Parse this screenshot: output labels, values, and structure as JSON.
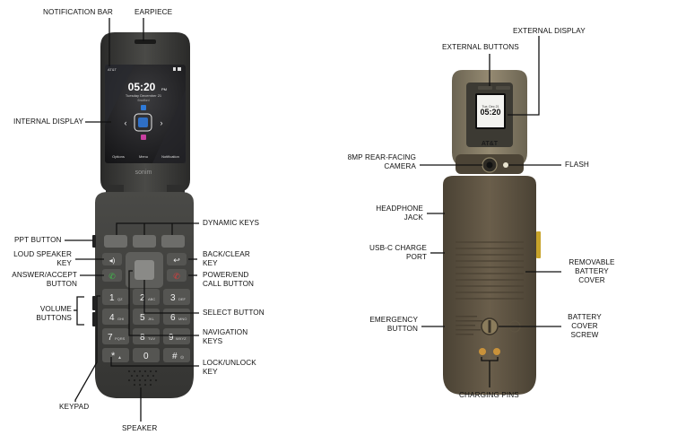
{
  "front_labels": {
    "notification_bar": "NOTIFICATION BAR",
    "earpiece": "EARPIECE",
    "internal_display": "INTERNAL DISPLAY",
    "dynamic_keys": "DYNAMIC KEYS",
    "ppt_button": "PPT BUTTON",
    "back_clear_key_1": "BACK/CLEAR",
    "back_clear_key_2": "KEY",
    "loud_speaker_key_1": "LOUD SPEAKER",
    "loud_speaker_key_2": "KEY",
    "answer_accept_1": "ANSWER/ACCEPT",
    "answer_accept_2": "BUTTON",
    "power_end_1": "POWER/END",
    "power_end_2": "CALL BUTTON",
    "volume_buttons_1": "VOLUME",
    "volume_buttons_2": "BUTTONS",
    "select_button": "SELECT BUTTON",
    "navigation_keys_1": "NAVIGATION",
    "navigation_keys_2": "KEYS",
    "lock_unlock_1": "LOCK/UNLOCK",
    "lock_unlock_2": "KEY",
    "keypad": "KEYPAD",
    "speaker": "SPEAKER"
  },
  "back_labels": {
    "external_display": "EXTERNAL DISPLAY",
    "external_buttons": "EXTERNAL BUTTONS",
    "camera_1": "8MP REAR-FACING",
    "camera_2": "CAMERA",
    "flash": "FLASH",
    "headphone_jack_1": "HEADPHONE",
    "headphone_jack_2": "JACK",
    "usb_c_1": "USB-C CHARGE",
    "usb_c_2": "PORT",
    "removable_battery_1": "REMOVABLE",
    "removable_battery_2": "BATTERY",
    "removable_battery_3": "COVER",
    "emergency_button_1": "EMERGENCY",
    "emergency_button_2": "BUTTON",
    "battery_screw_1": "BATTERY",
    "battery_screw_2": "COVER",
    "battery_screw_3": "SCREW",
    "charging_pins": "CHARGING PINS"
  },
  "internal_screen": {
    "carrier": "AT&T",
    "time": "05:20",
    "ampm": "PM",
    "date": "Tuesday December 21",
    "location": "Bradford",
    "soft_left": "Options",
    "soft_center": "Menu",
    "soft_right": "Notification"
  },
  "external_screen": {
    "time": "05:20",
    "date": "Tue, Dec 21"
  },
  "brand": {
    "front_logo": "sonim",
    "back_logo": "AT&T"
  },
  "keypad": {
    "k1": "1",
    "k1s": "QZ",
    "k2": "2",
    "k2s": "ABC",
    "k3": "3",
    "k3s": "DEF",
    "k4": "4",
    "k4s": "GHI",
    "k5": "5",
    "k5s": "JKL",
    "k6": "6",
    "k6s": "MNO",
    "k7": "7",
    "k7s": "PQRS",
    "k8": "8",
    "k8s": "TUV",
    "k9": "9",
    "k9s": "WXYZ",
    "kstar": "*",
    "k0": "0",
    "khash": "#"
  },
  "icons": {
    "speaker_key": "speaker-icon",
    "back_key": "back-arrow-icon",
    "answer_key": "phone-answer-icon",
    "end_key": "phone-end-icon"
  },
  "colors": {
    "phone_body": "#3a3a38",
    "screen_bg": "#1c1c1e",
    "back_body": "#5b5040",
    "leader_lines": "#111111"
  }
}
